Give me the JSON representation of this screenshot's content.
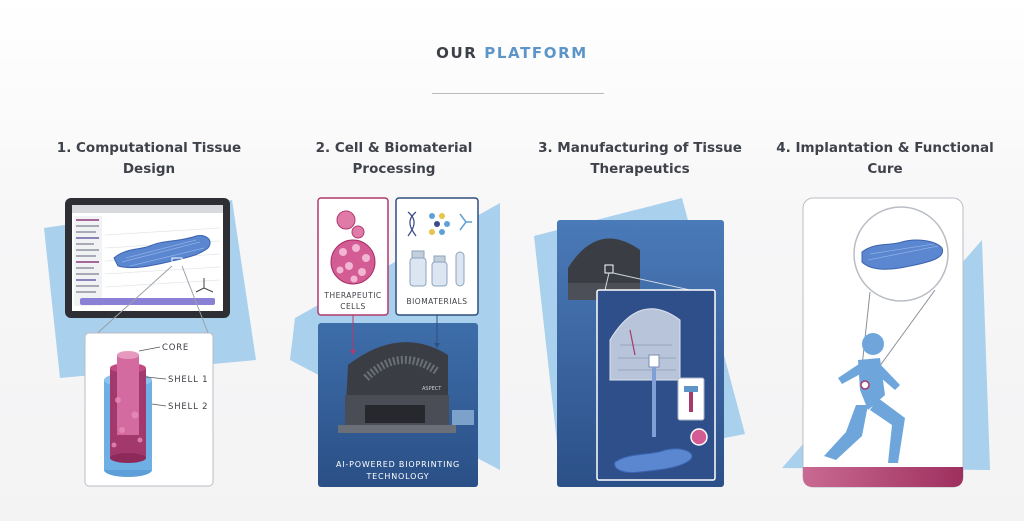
{
  "heading": {
    "word1": "OUR",
    "word2": "PLATFORM"
  },
  "colors": {
    "accent_blue": "#5d95c8",
    "sky": "#9cc8ea",
    "dark_blue": "#2f4f7f",
    "magenta": "#a83a6b",
    "title_gray": "#3f424a"
  },
  "steps": [
    {
      "title": "1. Computational Tissue Design",
      "callouts": {
        "core": "CORE",
        "shell1": "SHELL 1",
        "shell2": "SHELL 2"
      }
    },
    {
      "title": "2. Cell & Biomaterial Processing",
      "cells_line1": "THERAPEUTIC",
      "cells_line2": "CELLS",
      "biomaterials": "BIOMATERIALS",
      "printer_line1": "AI-POWERED BIOPRINTING",
      "printer_line2": "TECHNOLOGY",
      "printer_brand": "ASPECT"
    },
    {
      "title": "3. Manufacturing of Tissue Therapeutics"
    },
    {
      "title": "4. Implantation & Functional Cure"
    }
  ]
}
